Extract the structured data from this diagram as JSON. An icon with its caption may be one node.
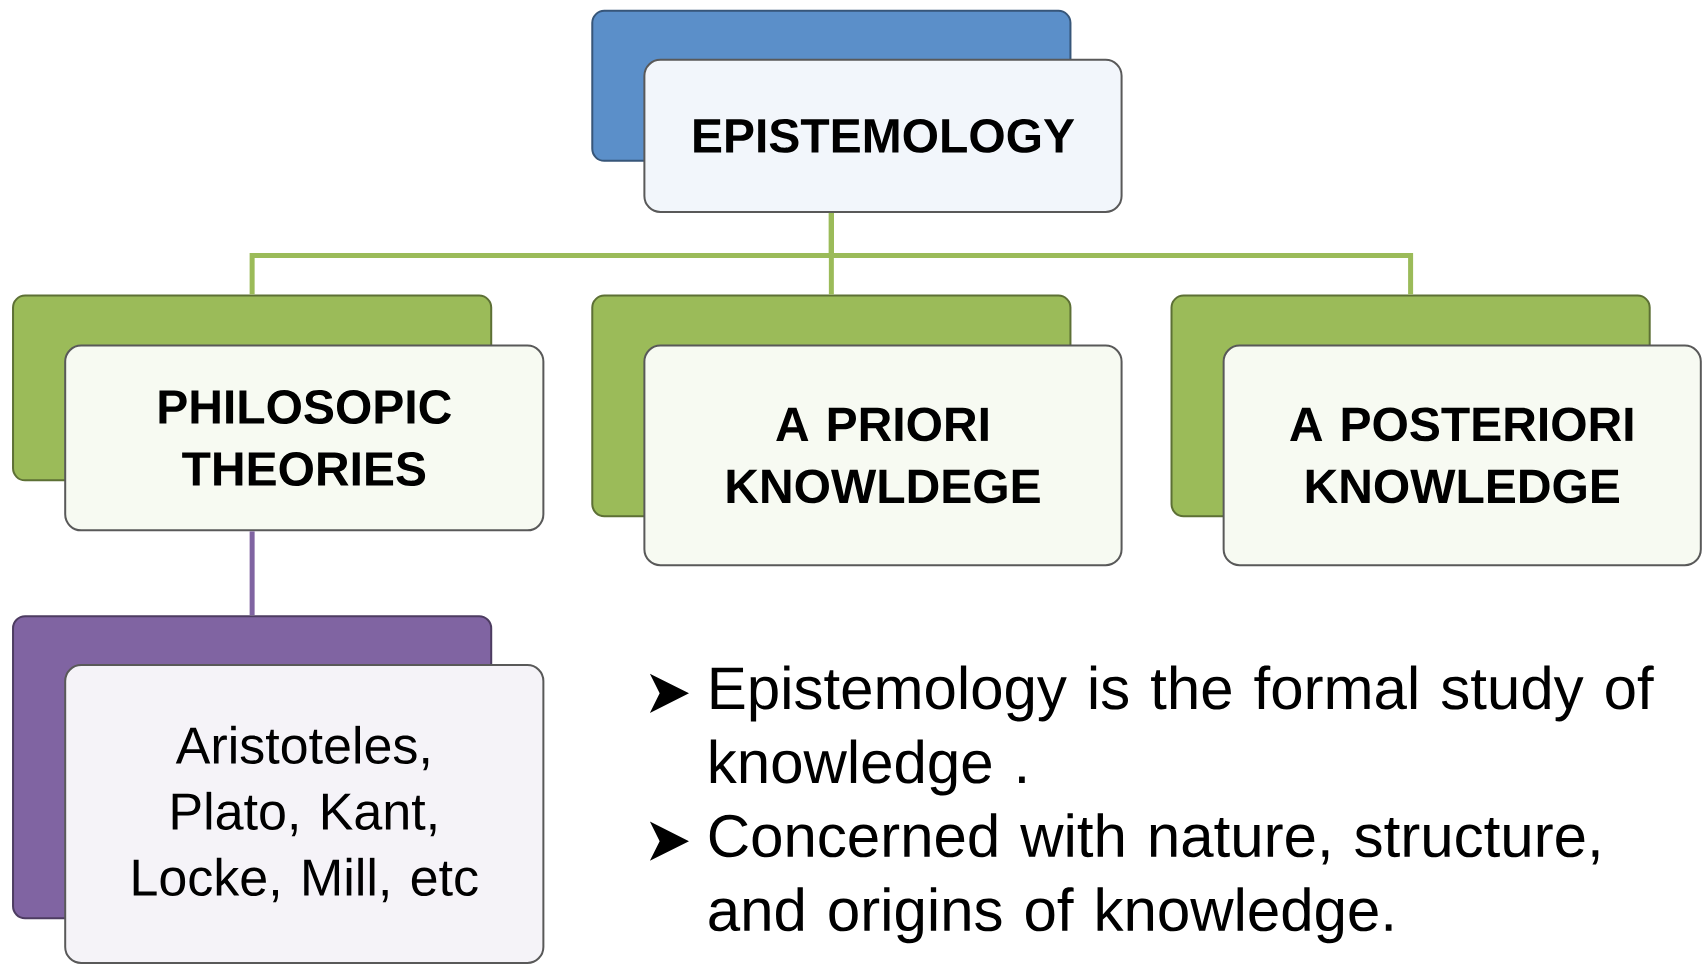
{
  "diagram": {
    "nodes": [
      {
        "text": [
          "EPISTEMOLOGY"
        ]
      },
      {
        "text": [
          "PHILOSOPIC THEORIES"
        ]
      },
      {
        "text": [
          "A PRIORI KNOWLDEGE"
        ]
      },
      {
        "text": [
          "A POSTERIORI KNOWLEDGE"
        ]
      },
      {
        "text": [
          "Aristoteles, Plato, Kant, Locke, Mill, etc"
        ]
      }
    ],
    "edges": [
      {
        "from": 0,
        "to": 1,
        "arrow": "none"
      },
      {
        "from": 0,
        "to": 2,
        "arrow": "none"
      },
      {
        "from": 0,
        "to": 3,
        "arrow": "none"
      },
      {
        "from": 1,
        "to": 4,
        "arrow": "none",
        "color": "#8064a2"
      }
    ],
    "labels": [
      "Epistemology is the formal study of knowledge .",
      "Concerned with nature, structure, and origins of knowledge."
    ]
  }
}
